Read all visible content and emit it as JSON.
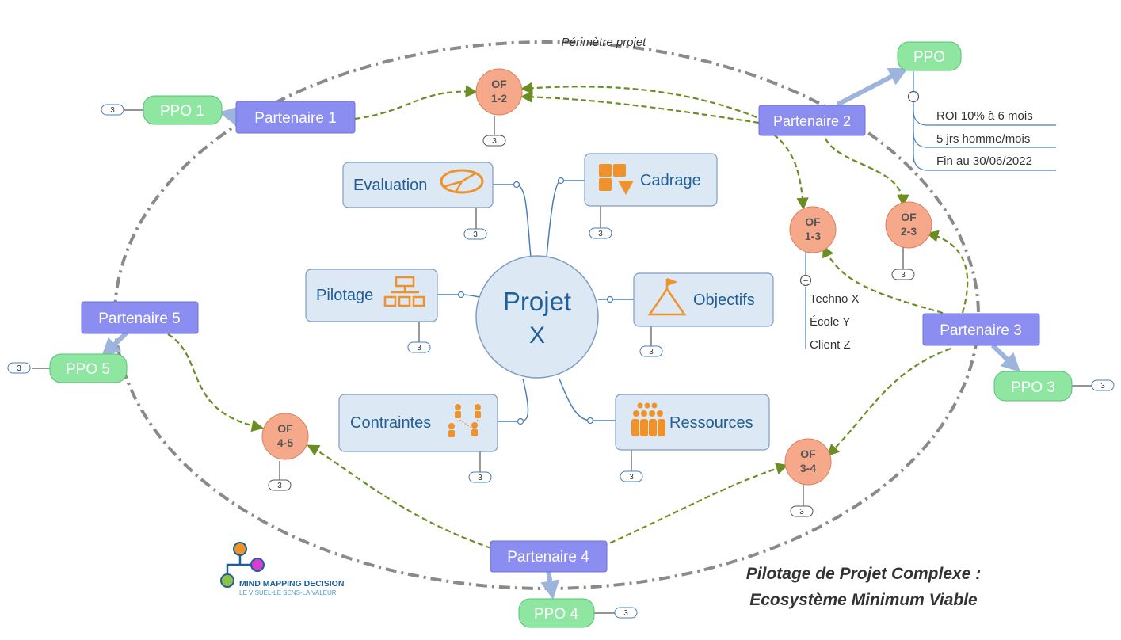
{
  "perimeter_label": "Périmètre projet",
  "center": {
    "line1": "Projet",
    "line2": "X"
  },
  "branches": [
    {
      "id": "evaluation",
      "label": "Evaluation",
      "icon": "pie-chart-icon",
      "badge": "3"
    },
    {
      "id": "cadrage",
      "label": "Cadrage",
      "icon": "puzzle-icon",
      "badge": "3"
    },
    {
      "id": "pilotage",
      "label": "Pilotage",
      "icon": "org-chart-icon",
      "badge": "3"
    },
    {
      "id": "objectifs",
      "label": "Objectifs",
      "icon": "mountain-flag-icon",
      "badge": "3"
    },
    {
      "id": "contraintes",
      "label": "Contraintes",
      "icon": "people-network-icon",
      "badge": "3"
    },
    {
      "id": "ressources",
      "label": "Ressources",
      "icon": "crowd-icon",
      "badge": "3"
    }
  ],
  "partners": [
    {
      "id": "p1",
      "label": "Partenaire 1"
    },
    {
      "id": "p2",
      "label": "Partenaire 2"
    },
    {
      "id": "p3",
      "label": "Partenaire 3"
    },
    {
      "id": "p4",
      "label": "Partenaire 4"
    },
    {
      "id": "p5",
      "label": "Partenaire 5"
    }
  ],
  "ppos": [
    {
      "id": "ppo1",
      "label": "PPO 1",
      "badge": "3"
    },
    {
      "id": "ppo",
      "label": "PPO"
    },
    {
      "id": "ppo3",
      "label": "PPO 3",
      "badge": "3"
    },
    {
      "id": "ppo4",
      "label": "PPO 4",
      "badge": "3"
    },
    {
      "id": "ppo5",
      "label": "PPO 5",
      "badge": "3"
    }
  ],
  "of_nodes": [
    {
      "id": "of12",
      "line1": "OF",
      "line2": "1-2",
      "badge": "3"
    },
    {
      "id": "of13",
      "line1": "OF",
      "line2": "1-3"
    },
    {
      "id": "of23",
      "line1": "OF",
      "line2": "2-3",
      "badge": "3"
    },
    {
      "id": "of34",
      "line1": "OF",
      "line2": "3-4",
      "badge": "3"
    },
    {
      "id": "of45",
      "line1": "OF",
      "line2": "4-5",
      "badge": "3"
    }
  ],
  "ppo_details": [
    "ROI 10% à 6 mois",
    "5 jrs homme/mois",
    "Fin au 30/06/2022"
  ],
  "of13_details": [
    "Techno X",
    "École Y",
    "Client Z"
  ],
  "collapse_symbol": "−",
  "logo": {
    "name": "MIND MAPPING DECISION",
    "tagline": "LE VISUEL-LE SENS-LA VALEUR"
  },
  "caption": {
    "line1": "Pilotage de Projet Complexe :",
    "line2": "Ecosystème Minimum Viable"
  },
  "colors": {
    "partner_fill": "#8b8ef0",
    "partner_stroke": "#6d70d8",
    "ppo_fill": "#8ee6a1",
    "ppo_stroke": "#5cc277",
    "of_fill": "#f5a98a",
    "of_stroke": "#d9805e",
    "topic_fill": "#dde8f5",
    "topic_stroke": "#7f9cc2",
    "center_fill": "#dde8f5",
    "center_text": "#1f5f95",
    "topic_text": "#1f5f95",
    "icon_orange": "#f0922a",
    "dash_green": "#6b8e23",
    "perimeter_gray": "#8a8a8a",
    "arrow_blue": "#9db5dc"
  }
}
